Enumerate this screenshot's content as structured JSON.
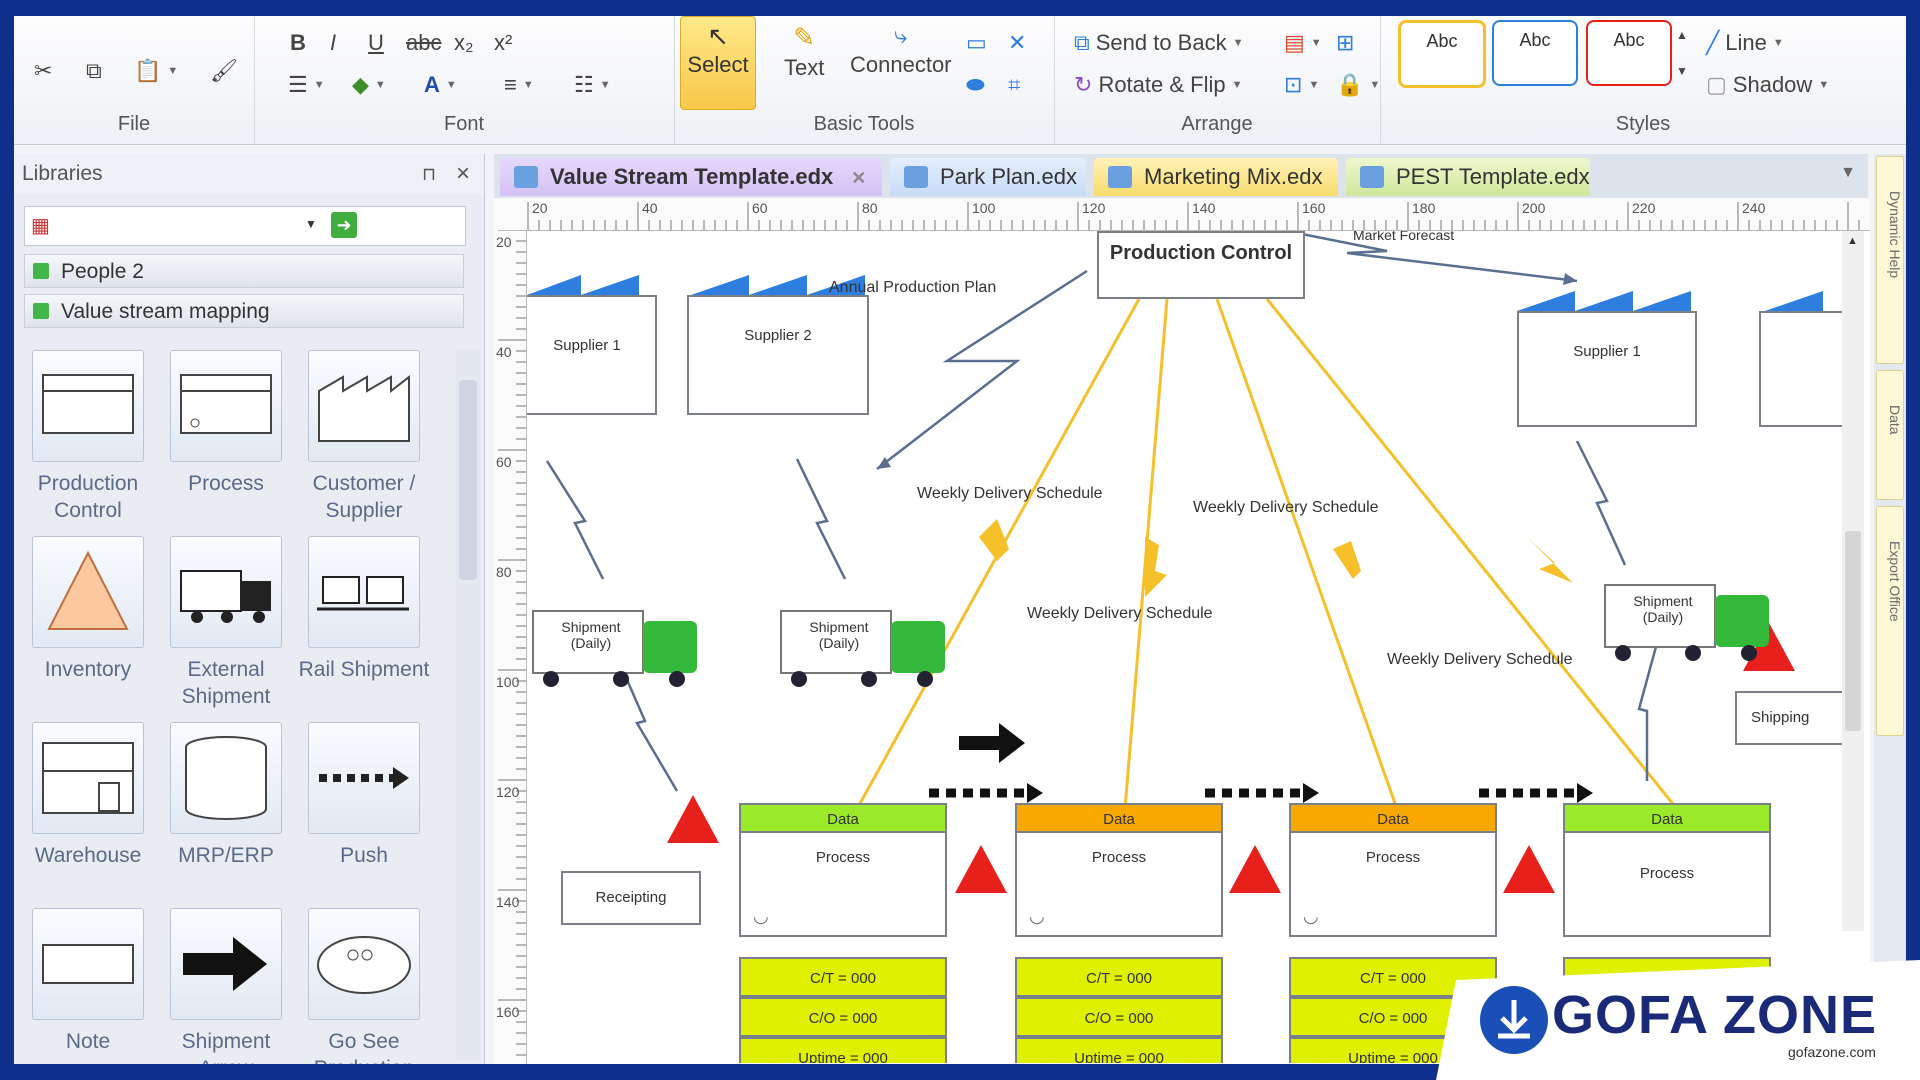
{
  "ribbon": {
    "file_group": "File",
    "font_group": "Font",
    "basic_tools": {
      "label": "Basic Tools",
      "select": "Select",
      "text": "Text",
      "connector": "Connector"
    },
    "arrange": {
      "label": "Arrange",
      "send_to_back": "Send to Back",
      "rotate_flip": "Rotate & Flip"
    },
    "styles": {
      "label": "Styles",
      "abc": "Abc",
      "line": "Line",
      "shadow": "Shadow"
    }
  },
  "libraries": {
    "title": "Libraries",
    "categories": [
      "People 2",
      "Value stream mapping"
    ],
    "shapes": [
      "Production Control",
      "Process",
      "Customer / Supplier",
      "Inventory",
      "External Shipment",
      "Rail Shipment",
      "Warehouse",
      "MRP/ERP",
      "Push",
      "Note",
      "Shipment Arrow",
      "Go See Production"
    ]
  },
  "tabs": [
    "Value Stream Template.edx",
    "Park Plan.edx",
    "Marketing Mix.edx",
    "PEST Template.edx"
  ],
  "ruler": {
    "h": [
      "20",
      "40",
      "60",
      "80",
      "100",
      "120",
      "140",
      "160",
      "180",
      "200",
      "220",
      "240"
    ],
    "v": [
      "20",
      "40",
      "60",
      "80",
      "100",
      "120",
      "140",
      "160"
    ]
  },
  "diagram": {
    "production_control": "Production Control",
    "market_forecast": "Market Forecast",
    "annual_plan": "Annual Production Plan",
    "supplier_1": "Supplier 1",
    "supplier_2": "Supplier 2",
    "supplier_right": "Supplier 1",
    "shipment": "Shipment (Daily)",
    "weekly": "Weekly Delivery Schedule",
    "receipting": "Receipting",
    "shipping": "Shipping",
    "data": "Data",
    "process": "Process",
    "ct": "C/T = 000",
    "co": "C/O = 000",
    "uptime": "Uptime = 000"
  },
  "dock": [
    "Dynamic Help",
    "Data",
    "Export Office"
  ],
  "watermark": {
    "brand": "GOFA ZONE",
    "url": "gofazone.com"
  },
  "colors": {
    "process_green": "#9bea2a",
    "process_orange": "#f8a800",
    "inventory_red": "#e8201c",
    "roof_blue": "#2e7ee0",
    "truck_green": "#35b93a",
    "accent_yellow": "#f6c02b"
  }
}
